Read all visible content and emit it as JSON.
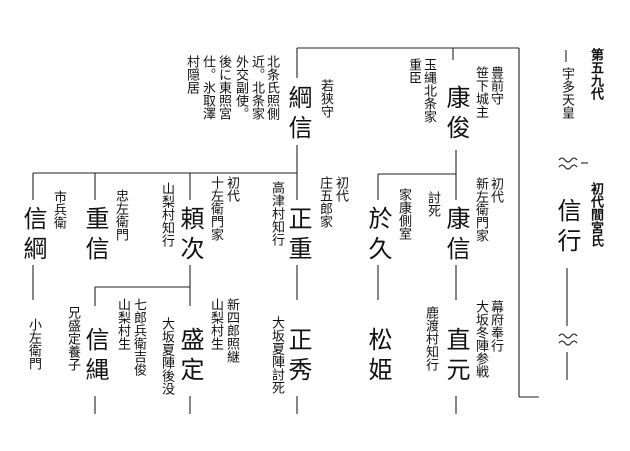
{
  "header": {
    "generation": "第五九代",
    "emperor": "宇多天皇",
    "title": "初代間宮氏",
    "squiggle": "≈"
  },
  "persons": {
    "nobuyuki": {
      "name": "信行",
      "note": "初代"
    },
    "yasutoshi": {
      "name": "康俊",
      "note_a": "豊前守",
      "note_b": "笹下城主",
      "note_c": "玉縄北条家",
      "note_d": "重臣"
    },
    "tsunanobu": {
      "name": "綱信",
      "note_a": "若狭守",
      "note_b": "北条氏照側",
      "note_c": "近。北条家",
      "note_d": "外交副使。",
      "note_e": "後に東照宮",
      "note_f": "仕。氷取澤",
      "note_g": "村隠居"
    },
    "yasunobu": {
      "name": "康信",
      "note_a": "初代",
      "note_b": "新左衛門家",
      "note_c": "討死"
    },
    "oku": {
      "name": "於久",
      "note": "家康側室"
    },
    "masashige": {
      "name": "正重",
      "note_a": "初代",
      "note_b": "庄五郎家",
      "note_c": "高津村知行"
    },
    "yoritsugu": {
      "name": "頼次",
      "note_a": "初代",
      "note_b": "十左衛門家",
      "note_c": "山梨村知行"
    },
    "shigenobu": {
      "name": "重信",
      "note": "忠左衛門"
    },
    "nobutsuna": {
      "name": "信綱",
      "note": "市兵衛"
    },
    "naomoto": {
      "name": "直元",
      "note_a": "幕府奉行",
      "note_b": "大坂冬陣参戦",
      "note_c": "鹿渡村知行"
    },
    "matsuhime": {
      "name": "松姫"
    },
    "masahide": {
      "name": "正秀",
      "note": "大坂夏陣討死"
    },
    "morisada": {
      "name": "盛定",
      "note_a": "新四郎照継",
      "note_b": "山梨村生",
      "note_c": "大坂夏陣後没"
    },
    "nobunawa": {
      "name": "信縄",
      "note_a": "七郎兵衛吉俊",
      "note_b": "山梨村生",
      "note_c": "兄盛定養子"
    },
    "nobutsuna_child": {
      "note": "小左衛門"
    }
  }
}
